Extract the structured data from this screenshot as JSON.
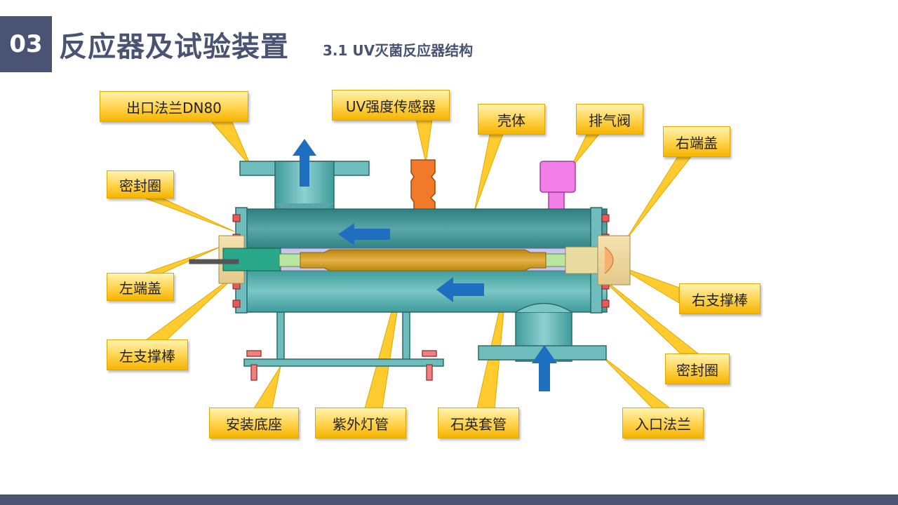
{
  "header": {
    "section_number": "03",
    "title": "反应器及试验装置",
    "subtitle": "3.1 UV灭菌反应器结构"
  },
  "callouts": {
    "outlet_flange": "出口法兰DN80",
    "uv_sensor": "UV强度传感器",
    "shell": "壳体",
    "exhaust_valve": "排气阀",
    "right_end_cap": "右端盖",
    "seal_ring_left": "密封圈",
    "left_end_cap": "左端盖",
    "left_support_rod": "左支撑棒",
    "mounting_base": "安装底座",
    "uv_lamp_tube": "紫外灯管",
    "quartz_sleeve": "石英套管",
    "inlet_flange": "入口法兰",
    "seal_ring_right": "密封圈",
    "right_support_rod": "右支撑棒"
  },
  "colors": {
    "header": "#4b5373",
    "shell": "#5fb3b3",
    "lamp": "#d4a017",
    "sensor": "#f07a2a",
    "valve": "#f37ee8",
    "flow_arrow": "#1f6fc0",
    "callout": "#ffd24a"
  }
}
